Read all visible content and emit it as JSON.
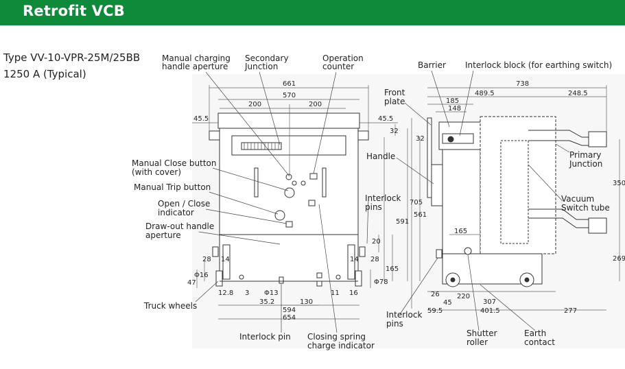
{
  "header": {
    "title": "Retrofit VCB"
  },
  "model": {
    "type_line": "Type VV-10-VPR-25M/25BB",
    "rating_line": "1250 A (Typical)"
  },
  "labels": {
    "manual_charging_1": "Manual charging",
    "manual_charging_2": "handle aperture",
    "secondary_1": "Secondary",
    "secondary_2": "Junction",
    "operation_1": "Operation",
    "operation_2": "counter",
    "manual_close_1": "Manual Close button",
    "manual_close_2": "(with cover)",
    "manual_trip": "Manual Trip button",
    "open_close_1": "Open / Close",
    "open_close_2": "indicator",
    "drawout_1": "Draw-out handle",
    "drawout_2": "aperture",
    "truck_wheels": "Truck wheels",
    "interlock_pin": "Interlock pin",
    "closing_spring_1": "Closing spring",
    "closing_spring_2": "charge indicator",
    "interlock_pins_mid_1": "Interlock",
    "interlock_pins_mid_2": "pins",
    "barrier": "Barrier",
    "interlock_block": "Interlock block (for earthing switch)",
    "front_plate_1": "Front",
    "front_plate_2": "plate",
    "handle": "Handle",
    "primary_1": "Primary",
    "primary_2": "Junction",
    "vacuum_1": "Vacuum",
    "vacuum_2": "Switch tube",
    "interlock_pins_side_1": "Interlock",
    "interlock_pins_side_2": "pins",
    "shutter_1": "Shutter",
    "shutter_2": "roller",
    "earth_1": "Earth",
    "earth_2": "contact"
  },
  "front_dims": {
    "d661": "661",
    "d570": "570",
    "d200a": "200",
    "d200b": "200",
    "d45_5_left": "45.5",
    "d45_5_right": "45.5",
    "d32_top": "32",
    "d591": "591",
    "d705": "705",
    "d20": "20",
    "d28_left": "28",
    "d14_left": "14",
    "d14_right": "14",
    "d28_right": "28",
    "d165": "165",
    "phi16": "Φ16",
    "d47": "47",
    "phi78": "Φ78",
    "d12_8": "12.8",
    "d3": "3",
    "phi13": "Φ13",
    "d11": "11",
    "d16": "16",
    "d35_2": "35.2",
    "d130": "130",
    "d594": "594",
    "d654": "654"
  },
  "side_dims": {
    "d738": "738",
    "d489_5": "489.5",
    "d248_5": "248.5",
    "d185": "185",
    "d148": "148",
    "d32": "32",
    "d561": "561",
    "d350": "350",
    "d269": "269",
    "d165": "165",
    "d26": "26",
    "d45": "45",
    "d220": "220",
    "d307": "307",
    "d59_5": "59.5",
    "d401_5": "401.5",
    "d277": "277"
  }
}
